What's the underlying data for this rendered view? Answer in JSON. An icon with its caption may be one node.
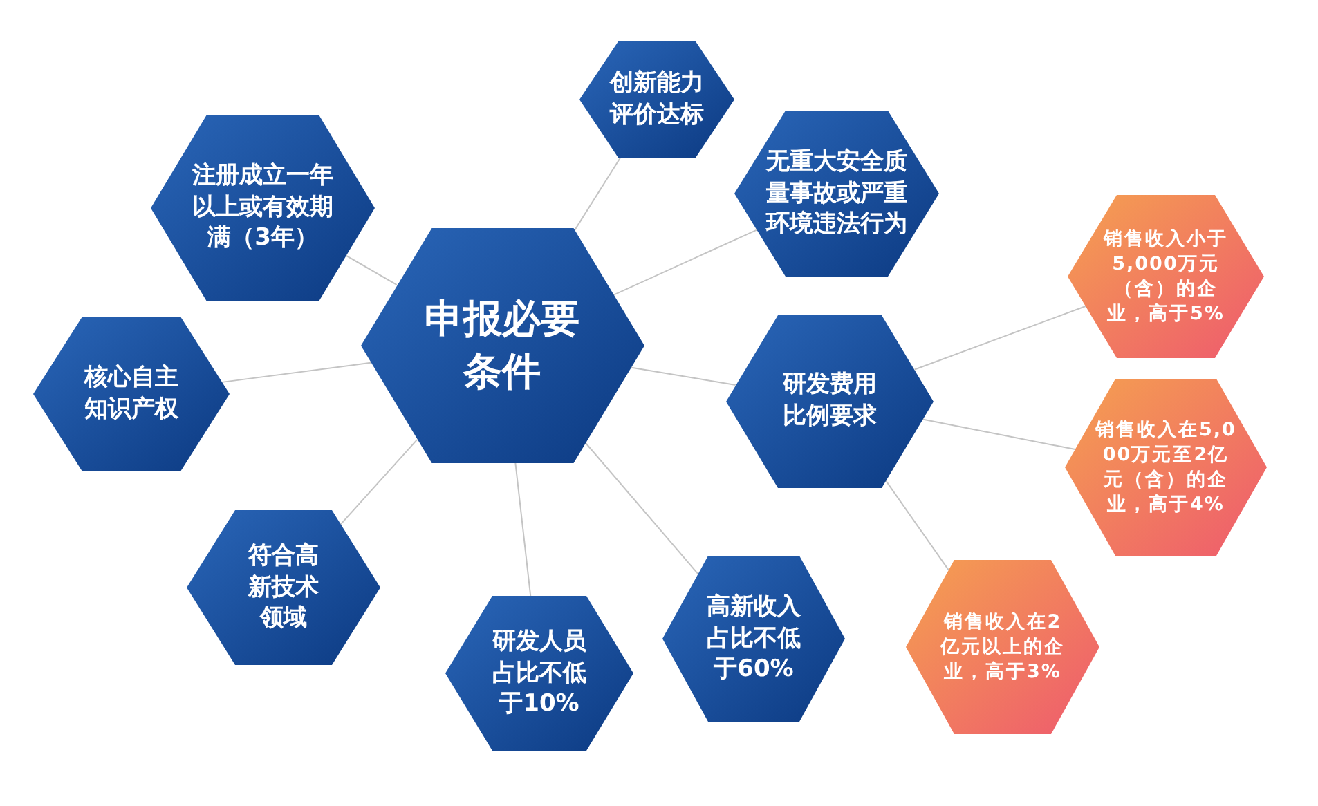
{
  "diagram": {
    "nodes": [
      {
        "text": [
          "申报必要条件"
        ]
      },
      {
        "text": [
          "创新能力评价达标"
        ]
      },
      {
        "text": [
          "注册成立一年以上或有效期满（3年）"
        ]
      },
      {
        "text": [
          "无重大安全质量事故或严重环境违法行为"
        ]
      },
      {
        "text": [
          "销售收入小于5,000万元（含）的企业，高于5%"
        ]
      },
      {
        "text": [
          "核心自主知识产权"
        ]
      },
      {
        "text": [
          "研发费用比例要求"
        ]
      },
      {
        "text": [
          "销售收入在5,000万元至2亿元（含）的企业，高于4%"
        ]
      },
      {
        "text": [
          "符合高新技术领域"
        ]
      },
      {
        "text": [
          "高新收入占比不低于60%"
        ]
      },
      {
        "text": [
          "销售收入在2亿元以上的企业，高于3%"
        ]
      },
      {
        "text": [
          "研发人员占比不低于10%"
        ]
      }
    ],
    "edges": [
      {
        "from": 0,
        "to": 1,
        "arrow": "none"
      },
      {
        "from": 0,
        "to": 2,
        "arrow": "none"
      },
      {
        "from": 0,
        "to": 3,
        "arrow": "none"
      },
      {
        "from": 0,
        "to": 5,
        "arrow": "none"
      },
      {
        "from": 0,
        "to": 6,
        "arrow": "none"
      },
      {
        "from": 0,
        "to": 8,
        "arrow": "none"
      },
      {
        "from": 0,
        "to": 11,
        "arrow": "none"
      },
      {
        "from": 0,
        "to": 9,
        "arrow": "none"
      },
      {
        "from": 6,
        "to": 4,
        "arrow": "none"
      },
      {
        "from": 6,
        "to": 7,
        "arrow": "none"
      },
      {
        "from": 6,
        "to": 10,
        "arrow": "none"
      }
    ]
  }
}
